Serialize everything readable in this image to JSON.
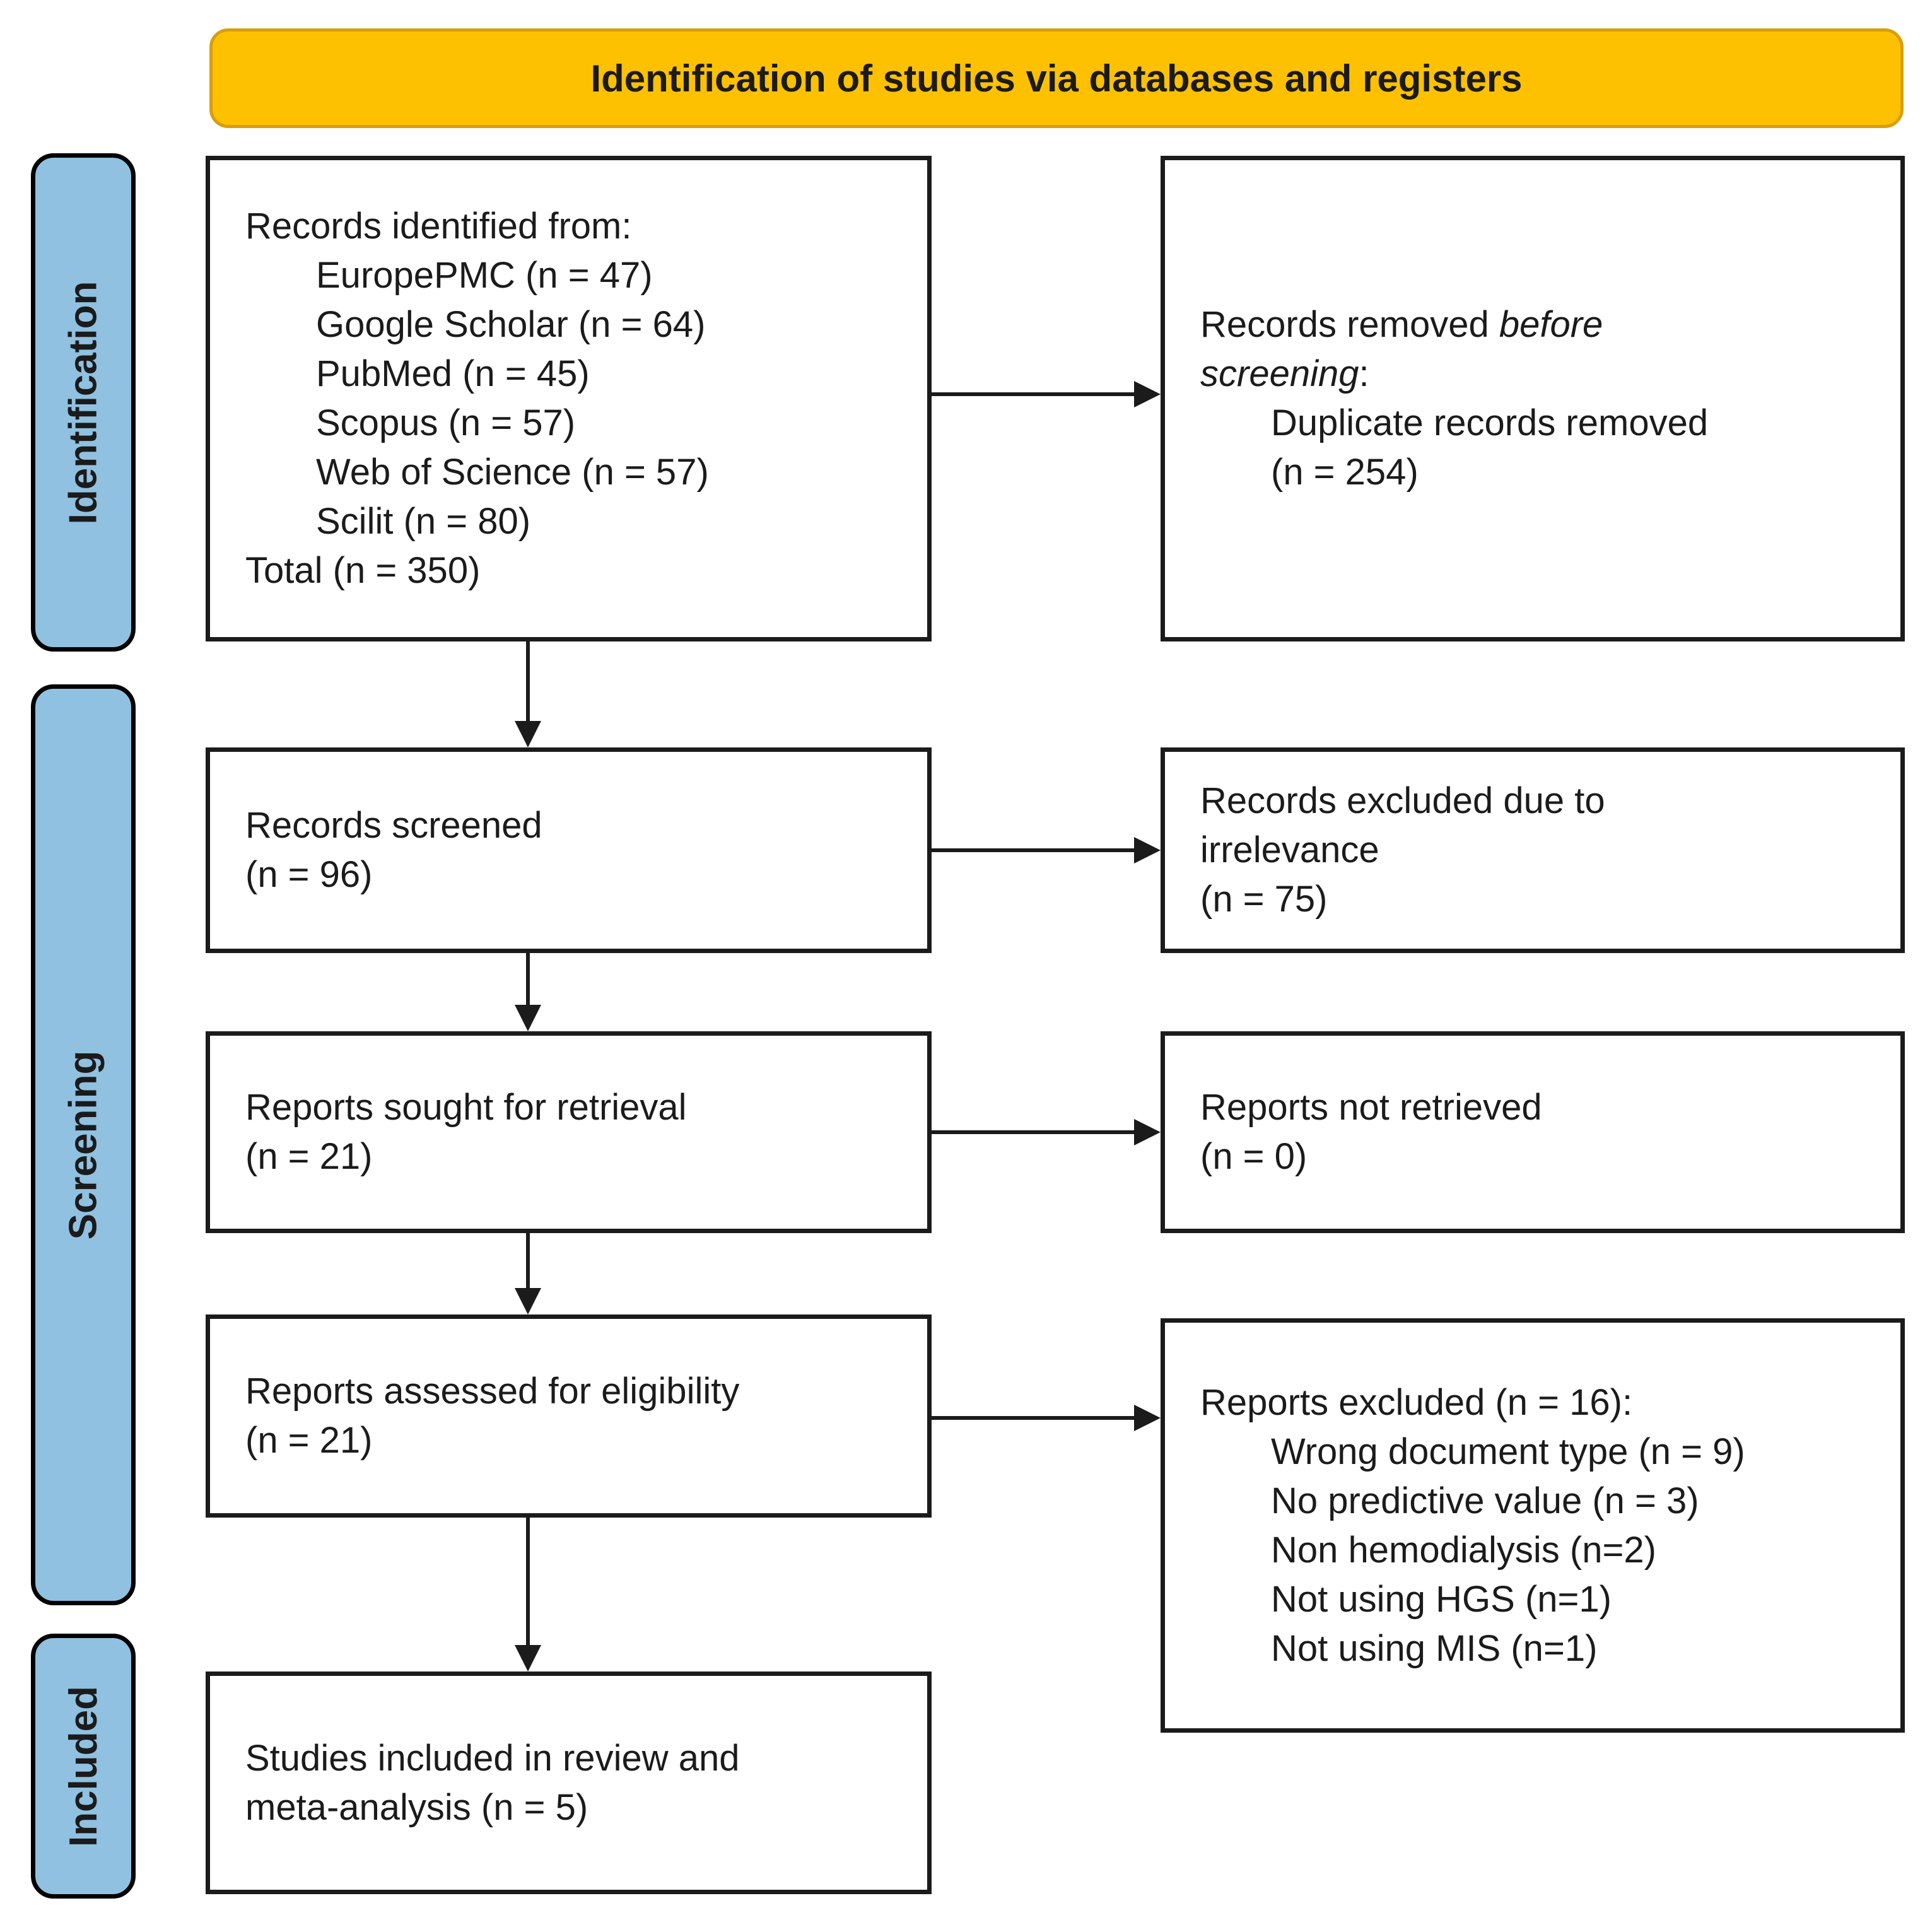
{
  "header": {
    "title": "Identification of studies via databases and registers"
  },
  "sidebar": {
    "identification_label": "Identification",
    "screening_label": "Screening",
    "included_label": "Included"
  },
  "flow": {
    "records_identified": {
      "intro": "Records identified from:",
      "sources": [
        "EuropePMC (n = 47)",
        "Google Scholar (n = 64)",
        "PubMed (n = 45)",
        "Scopus (n = 57)",
        "Web of Science (n = 57)",
        "Scilit (n = 80)"
      ],
      "total": "Total (n = 350)"
    },
    "records_removed": {
      "line1_prefix": "Records removed ",
      "line1_italic": "before",
      "line2_italic": "screening",
      "line2_suffix": ":",
      "detail_lines": [
        "Duplicate records removed",
        "(n = 254)"
      ]
    },
    "records_screened": {
      "lines": [
        "Records screened",
        "(n = 96)"
      ]
    },
    "records_excluded": {
      "lines": [
        "Records excluded due to",
        "irrelevance",
        "(n = 75)"
      ]
    },
    "reports_sought": {
      "lines": [
        "Reports sought for retrieval",
        "(n = 21)"
      ]
    },
    "reports_not_retrieved": {
      "lines": [
        "Reports not retrieved",
        "(n = 0)"
      ]
    },
    "reports_assessed": {
      "lines": [
        "Reports assessed for eligibility",
        "(n = 21)"
      ]
    },
    "reports_excluded": {
      "intro": "Reports excluded (n = 16):",
      "reasons": [
        "Wrong document type (n = 9)",
        "No predictive value (n = 3)",
        "Non hemodialysis (n=2)",
        "Not using HGS (n=1)",
        "Not using MIS (n=1)"
      ]
    },
    "studies_included": {
      "lines": [
        "Studies included in review and",
        "meta-analysis (n = 5)"
      ]
    }
  },
  "colors": {
    "banner_fill": "#FEC101",
    "banner_border": "#D99E0B",
    "sidebar_fill": "#90C1E0",
    "sidebar_border": "#000000",
    "box_border": "#1B1B1B",
    "arrow": "#1B1B1B",
    "text": "#1B1B1B"
  }
}
